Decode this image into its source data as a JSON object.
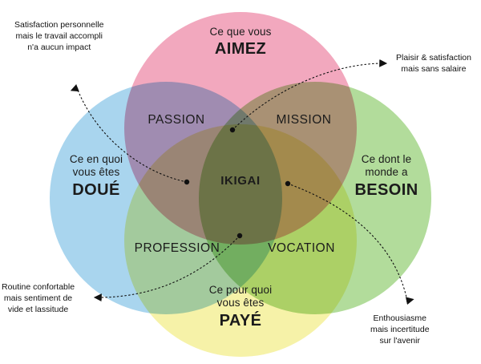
{
  "figure": {
    "title": "Ikigai",
    "language": "fr",
    "background": "#ffffff"
  },
  "chart_data": {
    "type": "venn",
    "title": "Ikigai",
    "set_count": 4,
    "sets": [
      {
        "id": "aimez",
        "label_soft": "Ce que vous",
        "label_strong": "AIMEZ",
        "color": "#F2A8BE",
        "position": "top"
      },
      {
        "id": "doue",
        "label_soft": "Ce en quoi\nvous êtes",
        "label_strong": "DOUÉ",
        "color": "#A9D5EE",
        "position": "left"
      },
      {
        "id": "besoin",
        "label_soft": "Ce dont le\nmonde a",
        "label_strong": "BESOIN",
        "color": "#B2DC9B",
        "position": "right"
      },
      {
        "id": "paye",
        "label_soft": "Ce pour quoi\nvous êtes",
        "label_strong": "PAYÉ",
        "color": "#F6F2A8",
        "position": "bottom"
      }
    ],
    "intersections": [
      {
        "id": "passion",
        "label": "PASSION",
        "sets": [
          "aimez",
          "doue"
        ],
        "color": "#A9B8DC"
      },
      {
        "id": "mission",
        "label": "MISSION",
        "sets": [
          "aimez",
          "besoin"
        ],
        "color": "#B9C48A"
      },
      {
        "id": "profession",
        "label": "PROFESSION",
        "sets": [
          "doue",
          "paye"
        ],
        "color": "#9CCBD9"
      },
      {
        "id": "vocation",
        "label": "VOCATION",
        "sets": [
          "besoin",
          "paye"
        ],
        "color": "#B4D98C"
      },
      {
        "id": "ikigai",
        "label": "IKIGAI",
        "sets": [
          "aimez",
          "doue",
          "besoin",
          "paye"
        ],
        "color": "#9FC98A"
      }
    ],
    "annotations": [
      {
        "id": "top-left",
        "text": "Satisfaction personnelle\nmais le travail accompli\nn'a aucun impact",
        "points_to": "passion",
        "arrow": "up"
      },
      {
        "id": "top-right",
        "text": "Plaisir & satisfaction\nmais sans salaire",
        "points_to": "mission",
        "arrow": "right"
      },
      {
        "id": "bottom-left",
        "text": "Routine confortable\nmais sentiment de\nvide et lassitude",
        "points_to": "profession",
        "arrow": "left"
      },
      {
        "id": "bottom-right",
        "text": "Enthousiasme\nmais incertitude\nsur l'avenir",
        "points_to": "vocation",
        "arrow": "down"
      }
    ]
  },
  "circles": {
    "top": {
      "soft": "Ce que vous",
      "strong": "AIMEZ",
      "color": "#F2A8BE"
    },
    "left": {
      "soft1": "Ce en quoi",
      "soft2": "vous êtes",
      "strong": "DOUÉ",
      "color": "#A9D5EE"
    },
    "right": {
      "soft1": "Ce dont le",
      "soft2": "monde a",
      "strong": "BESOIN",
      "color": "#B2DC9B"
    },
    "bottom": {
      "soft1": "Ce pour quoi",
      "soft2": "vous êtes",
      "strong": "PAYÉ",
      "color": "#F6F2A8"
    }
  },
  "overlaps": {
    "passion": "PASSION",
    "mission": "MISSION",
    "profession": "PROFESSION",
    "vocation": "VOCATION",
    "ikigai": "IKIGAI"
  },
  "notes": {
    "top_left": {
      "l1": "Satisfaction personnelle",
      "l2": "mais le travail accompli",
      "l3": "n'a aucun impact"
    },
    "top_right": {
      "l1": "Plaisir & satisfaction",
      "l2": "mais sans salaire",
      "l3": ""
    },
    "bottom_left": {
      "l1": "Routine confortable",
      "l2": "mais sentiment de",
      "l3": "vide et lassitude"
    },
    "bottom_right": {
      "l1": "Enthousiasme",
      "l2": "mais incertitude",
      "l3": "sur l'avenir"
    }
  }
}
